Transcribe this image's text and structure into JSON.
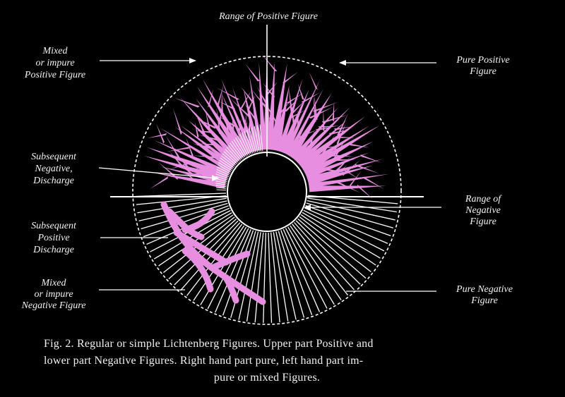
{
  "labels": {
    "range_positive": "Range of Positive Figure",
    "mixed_positive": [
      "Mixed",
      "or impure",
      "Positive Figure"
    ],
    "pure_positive": [
      "Pure Positive",
      "Figure"
    ],
    "subsequent_negative": [
      "Subsequent",
      "Negative,",
      "Discharge"
    ],
    "range_negative": [
      "Range of",
      "Negative",
      "Figure"
    ],
    "subsequent_positive": [
      "Subsequent",
      "Positive",
      "Discharge"
    ],
    "mixed_negative": [
      "Mixed",
      "or impure",
      "Negative Figure"
    ],
    "pure_negative": [
      "Pure Negative",
      "Figure"
    ]
  },
  "caption": [
    "Fig. 2.  Regular or simple Lichtenberg Figures.  Upper part Positive and",
    "lower part Negative Figures.  Right hand part pure, left hand part im-",
    "pure or mixed Figures."
  ],
  "colors": {
    "background": "#000000",
    "positive_figure": "#e88ee0",
    "line": "#ffffff"
  }
}
